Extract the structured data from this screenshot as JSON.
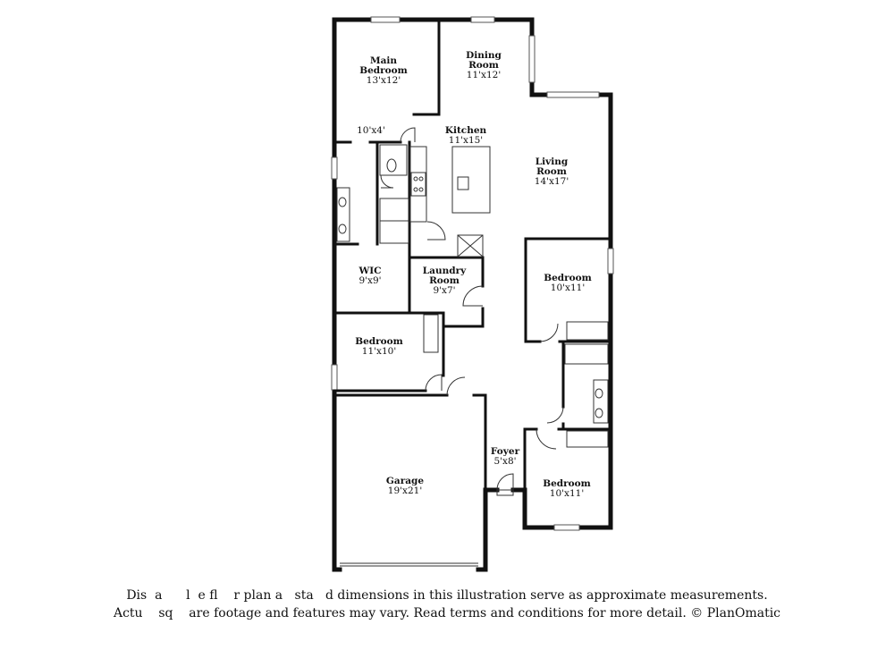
{
  "rooms": [
    {
      "id": "main-bedroom",
      "name": "Main Bedroom",
      "name_lines": [
        "Main",
        "Bedroom"
      ],
      "dims": "13'x12'"
    },
    {
      "id": "dining",
      "name": "Dining Room",
      "name_lines": [
        "Dining",
        "Room"
      ],
      "dims": "11'x12'"
    },
    {
      "id": "kitchen",
      "name": "Kitchen",
      "name_lines": [
        "Kitchen"
      ],
      "dims": "11'x15'"
    },
    {
      "id": "living",
      "name": "Living Room",
      "name_lines": [
        "Living",
        "Room"
      ],
      "dims": "14'x17'"
    },
    {
      "id": "bath-main",
      "name": "",
      "name_lines": [],
      "dims": "10'x4'"
    },
    {
      "id": "wic",
      "name": "WIC",
      "name_lines": [
        "WIC"
      ],
      "dims": "9'x9'"
    },
    {
      "id": "laundry",
      "name": "Laundry Room",
      "name_lines": [
        "Laundry",
        "Room"
      ],
      "dims": "9'x7'"
    },
    {
      "id": "bedroom-east-1",
      "name": "Bedroom",
      "name_lines": [
        "Bedroom"
      ],
      "dims": "10'x11'"
    },
    {
      "id": "bedroom-west",
      "name": "Bedroom",
      "name_lines": [
        "Bedroom"
      ],
      "dims": "11'x10'"
    },
    {
      "id": "foyer",
      "name": "Foyer",
      "name_lines": [
        "Foyer"
      ],
      "dims": "5'x8'"
    },
    {
      "id": "garage",
      "name": "Garage",
      "name_lines": [
        "Garage"
      ],
      "dims": "19'x21'"
    },
    {
      "id": "bedroom-east-2",
      "name": "Bedroom",
      "name_lines": [
        "Bedroom"
      ],
      "dims": "10'x11'"
    }
  ],
  "disclaimer": {
    "line1": "Dis  a      l  e fl    r plan a   sta   d dimensions in this illustration serve as approximate measurements.",
    "line2": "Actu    sq    are footage and features may vary. Read terms and conditions for more detail. © PlanOmatic"
  }
}
